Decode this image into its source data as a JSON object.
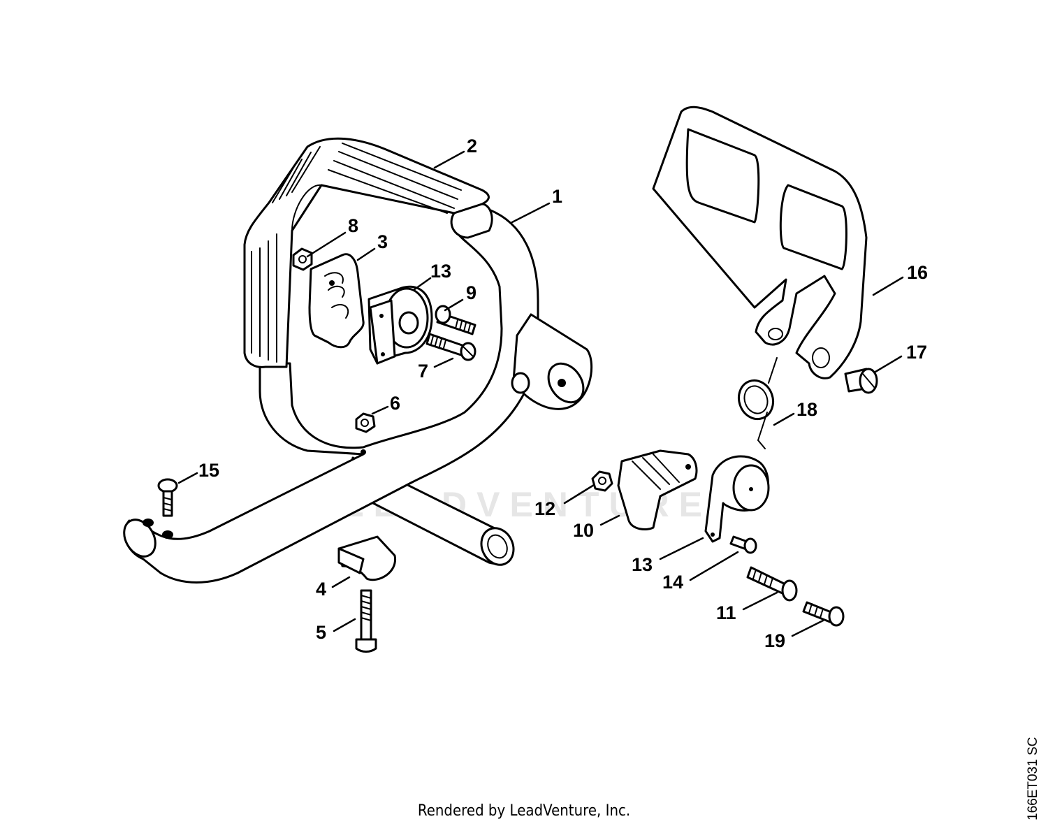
{
  "diagram": {
    "callouts": {
      "c1": "1",
      "c2": "2",
      "c3": "3",
      "c4": "4",
      "c5": "5",
      "c6": "6",
      "c7": "7",
      "c8": "8",
      "c9": "9",
      "c10": "10",
      "c11": "11",
      "c12": "12",
      "c13a": "13",
      "c13b": "13",
      "c14": "14",
      "c15": "15",
      "c16": "16",
      "c17": "17",
      "c18": "18",
      "c19": "19"
    },
    "drawing_code": "166ET031 SC",
    "credit": "Rendered by LeadVenture, Inc.",
    "watermark": "LEADVENTURE"
  }
}
